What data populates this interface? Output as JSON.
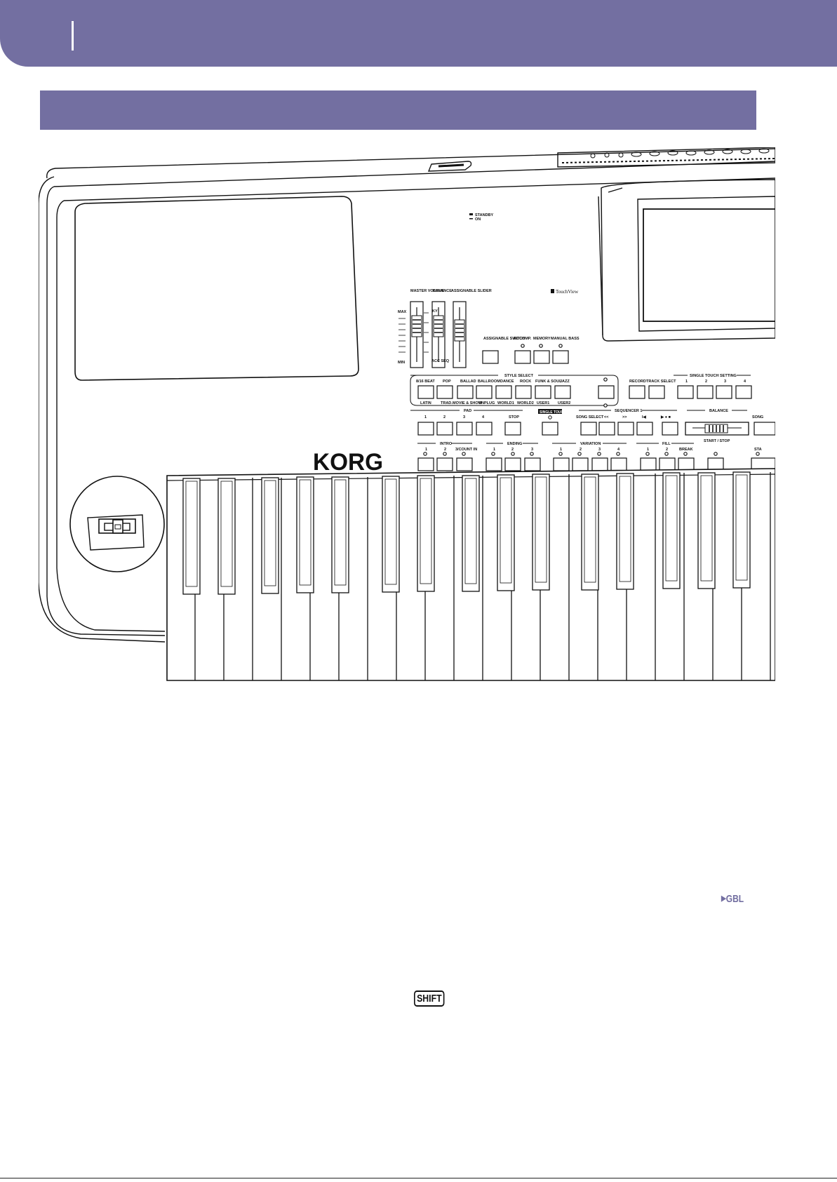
{
  "header": {
    "accent_color": "#736fa1"
  },
  "panel": {
    "standby": "STANDBY",
    "on": "ON",
    "master_volume": "MASTER VOLUME",
    "balance_slider": "BALANCE",
    "assignable_slider": "ASSIGNABLE SLIDER",
    "max": "MAX",
    "min": "MIN",
    "kyb": "KY",
    "acc_seq": "ACC SEQ",
    "touchview": "TouchView",
    "assignable_switch": "ASSIGNABLE SWITCH",
    "accomp": "ACCOMP.",
    "memory": "MEMORY",
    "manual_bass": "MANUAL BASS",
    "style_select": "STYLE SELECT",
    "styles_top": [
      "8/16 BEAT",
      "POP",
      "BALLAD",
      "BALLROOM",
      "DANCE",
      "ROCK",
      "FUNK & SOUL",
      "JAZZ"
    ],
    "styles_bottom": [
      "LATIN",
      "TRAD.",
      "MOVIE & SHOW",
      "UNPLUG",
      "WORLD1",
      "WORLD2",
      "USER1",
      "USER2"
    ],
    "record": "RECORD",
    "track_select": "TRACK SELECT",
    "single_touch_setting": "SINGLE TOUCH SETTING",
    "sts_numbers": [
      "1",
      "2",
      "3",
      "4"
    ],
    "pad": "PAD",
    "pad_numbers": [
      "1",
      "2",
      "3",
      "4"
    ],
    "stop": "STOP",
    "single_touch": "SINGLE TOUCH",
    "sequencer": "SEQUENCER 1",
    "song_select": "SONG SELECT",
    "rew": "<<",
    "ff": ">>",
    "home": "I◀",
    "play": "▶ ● ■",
    "balance": "BALANCE",
    "song_cut": "SONG",
    "intro": "INTRO",
    "intro_labels": [
      "1",
      "2",
      "3/COUNT IN"
    ],
    "ending": "ENDING",
    "ending_labels": [
      "1",
      "2",
      "3"
    ],
    "variation": "VARIATION",
    "variation_labels": [
      "1",
      "2",
      "3",
      "4"
    ],
    "fill": "FILL",
    "fill_labels": [
      "1",
      "2",
      "BREAK"
    ],
    "start_stop": "START / STOP",
    "sta_cut": "STA",
    "brand": "KORG"
  },
  "gbl_tag": "GBL",
  "shift_key": "SHIFT"
}
